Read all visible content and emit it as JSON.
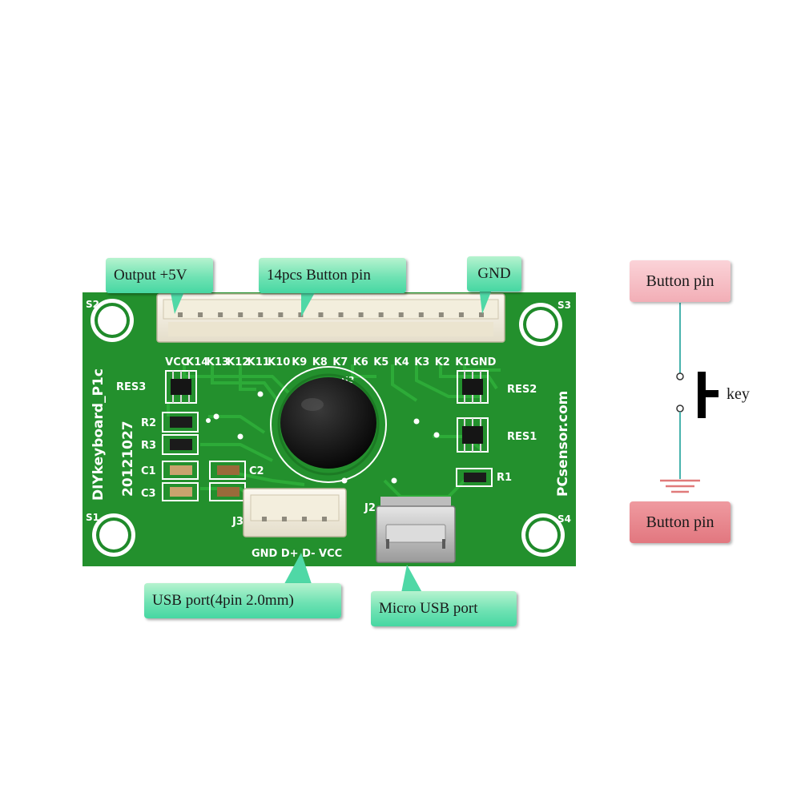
{
  "callouts": {
    "output": "Output +5V",
    "button_pins": "14pcs Button pin",
    "gnd": "GND",
    "usb_port": "USB port(4pin 2.0mm)",
    "micro_usb": "Micro USB port"
  },
  "pcb": {
    "pin_labels": [
      "VCC",
      "K14",
      "K13",
      "K12",
      "K11",
      "K10",
      "K9",
      "K8",
      "K7",
      "K6",
      "K5",
      "K4",
      "K3",
      "K2",
      "K1",
      "GND"
    ],
    "board_name": "DIYkeyboard_P1c",
    "date_code": "20121027",
    "website": "PCsensor.com",
    "usb_pins": "GND D+ D- VCC",
    "corner_labels": [
      "S2",
      "S3",
      "S1",
      "S4"
    ],
    "components": {
      "res3": "RES3",
      "res2": "RES2",
      "res1": "RES1",
      "r1": "R1",
      "r2": "R2",
      "r3": "R3",
      "c1": "C1",
      "c2": "C2",
      "c3": "C3",
      "j2": "J2",
      "j3": "J3",
      "u3": "U3"
    }
  },
  "schematic": {
    "top_pin": "Button pin",
    "bottom_pin": "Button pin",
    "switch_label": "key"
  },
  "colors": {
    "pcb_green": "#1f8a2a",
    "trace_green": "#2fae3a",
    "callout_green": "#5fdcac",
    "wire_teal": "#49b3ad",
    "pin_pink": "#f4b5bc",
    "pin_red": "#e57f86",
    "ground_red": "#e07a7a"
  }
}
